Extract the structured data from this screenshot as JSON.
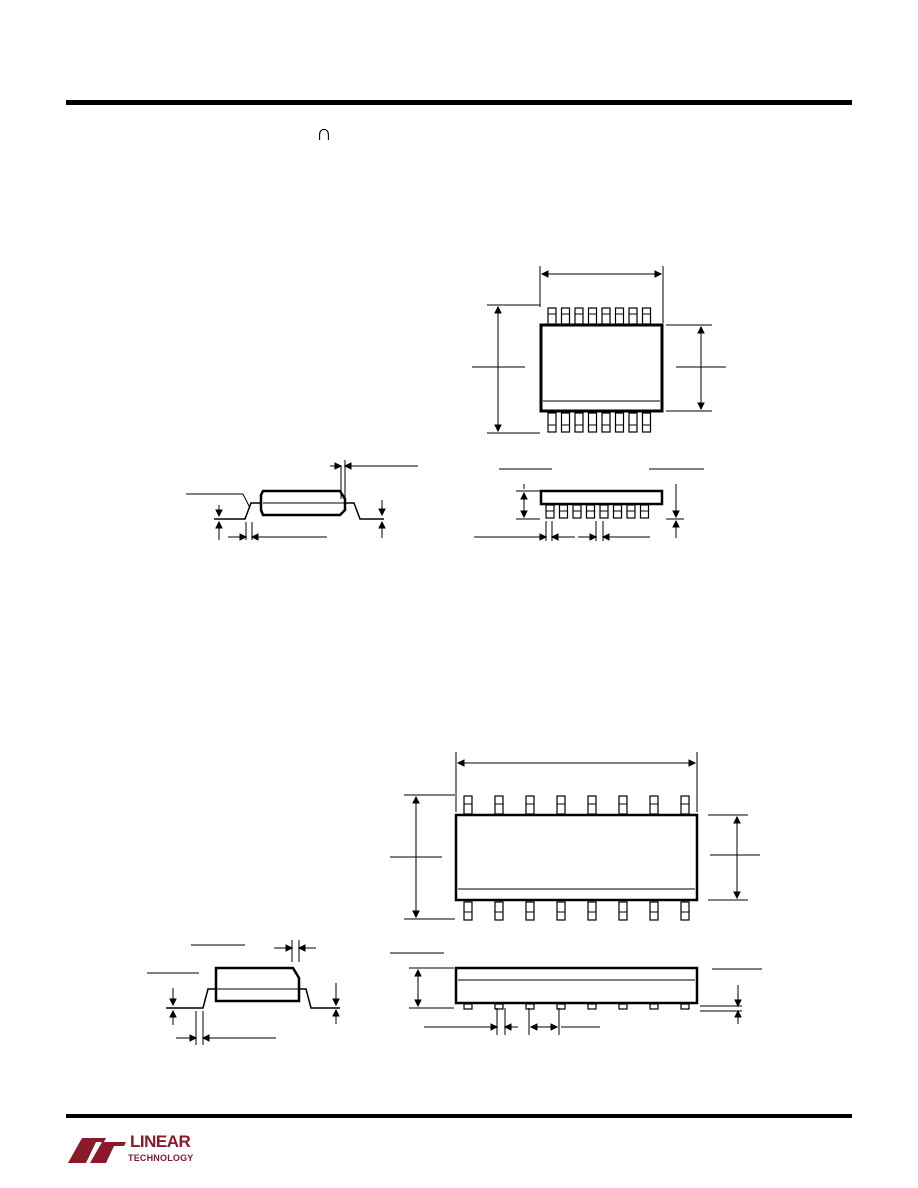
{
  "header": {
    "section_mark": "∩"
  },
  "footer": {
    "logo": {
      "line1": "LINEAR",
      "line2": "TECHNOLOGY",
      "brand_color": "#8a1a2a"
    }
  },
  "drawings": {
    "package_1": {
      "pin_count_per_side": 8
    },
    "package_2": {
      "pin_count_per_side": 8
    }
  }
}
